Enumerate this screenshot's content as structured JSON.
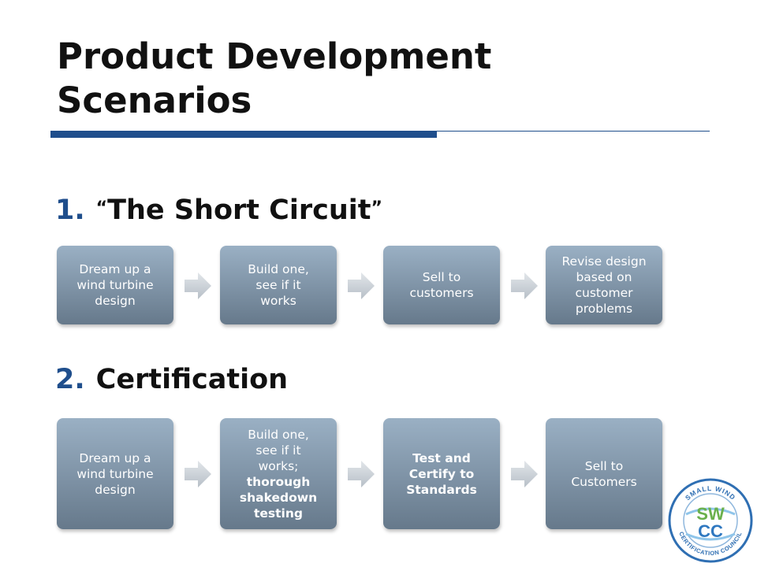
{
  "slide": {
    "title_line1": "Product Development",
    "title_line2": "Scenarios"
  },
  "scenario1": {
    "number": "1.",
    "open_quote": "“",
    "title": "The Short Circuit",
    "close_quote": "”",
    "steps": [
      {
        "lines": [
          "Dream up a",
          "wind turbine",
          "design"
        ]
      },
      {
        "lines": [
          "Build one,",
          "see if it",
          "works"
        ]
      },
      {
        "lines": [
          "Sell to",
          "customers"
        ]
      },
      {
        "lines": [
          "Revise design",
          "based on",
          "customer",
          "problems"
        ]
      }
    ]
  },
  "scenario2": {
    "number": "2.",
    "title": "Certification",
    "steps": [
      {
        "lines": [
          "Dream up a",
          "wind turbine",
          "design"
        ]
      },
      {
        "lines": [
          "Build one,",
          "see if it",
          "works;"
        ],
        "bold_lines": [
          "thorough",
          "shakedown",
          "testing"
        ]
      },
      {
        "bold_lines": [
          "Test and",
          "Certify to",
          "Standards"
        ]
      },
      {
        "lines": [
          "Sell to",
          "Customers"
        ]
      }
    ]
  },
  "logo": {
    "top_text": "SMALL WIND",
    "bottom_text": "CERTIFICATION COUNCIL",
    "mark_line1": "SW",
    "mark_line2": "CC",
    "colors": {
      "ring": "#2f6fb3",
      "green": "#6ab04c",
      "blue": "#2f78c0"
    }
  },
  "colors": {
    "accent": "#1f4e8c",
    "box": "#7b8fa2"
  }
}
